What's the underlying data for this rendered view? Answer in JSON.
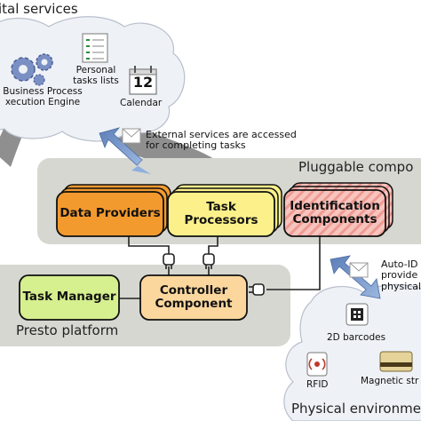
{
  "clouds": {
    "digital_services": "ital services",
    "physical_environment": "Physical environme"
  },
  "services": {
    "bpe_line1": "Business Process",
    "bpe_line2": "xecution Engine",
    "personal_line1": "Personal",
    "personal_line2": "tasks lists",
    "calendar": "Calendar",
    "calendar_day": "12"
  },
  "annotations": {
    "external_line1": "External services are accessed",
    "external_line2": "for completing tasks",
    "autoid_line1": "Auto-ID",
    "autoid_line2": "provide",
    "autoid_line3": "physical"
  },
  "pluggable": {
    "title": "Pluggable compo"
  },
  "components": {
    "data_providers": "Data Providers",
    "task_processors": "Task Processors",
    "identification_line1": "Identification",
    "identification_line2": "Components"
  },
  "platform": {
    "title": "Presto platform",
    "task_manager": "Task Manager",
    "controller_line1": "Controller",
    "controller_line2": "Component"
  },
  "physical": {
    "barcodes": "2D barcodes",
    "rfid": "RFID",
    "magnetic": "Magnetic str"
  },
  "colors": {
    "data_providers": "#f39a2e",
    "task_processors": "#fbf08a",
    "identification": "#f6b8b2",
    "task_manager": "#d6ef8f",
    "controller": "#fbd79e",
    "panel": "#d7d7d2",
    "arrow": "#8a9ab4"
  }
}
